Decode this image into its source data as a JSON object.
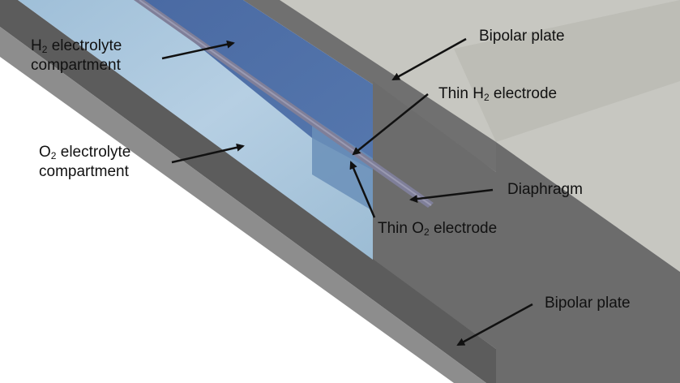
{
  "labels": {
    "h2_compartment": {
      "part1": "H",
      "sub": "2",
      "part2": " electrolyte",
      "line2": "compartment"
    },
    "o2_compartment": {
      "part1": "O",
      "sub": "2",
      "part2": " electrolyte",
      "line2": "compartment"
    },
    "bipolar_plate_top": "Bipolar plate",
    "thin_h2_electrode": {
      "part1": "Thin H",
      "sub": "2",
      "part2": " electrode"
    },
    "diaphragm": "Diaphragm",
    "thin_o2_electrode": {
      "part1": "Thin O",
      "sub": "2",
      "part2": " electrode"
    },
    "bipolar_plate_bottom": "Bipolar plate"
  },
  "colors": {
    "plate_light": "#c9c9c3",
    "plate_mid": "#b5b5ae",
    "plate_dark": "#6f6f6f",
    "plate_darker": "#585858",
    "h2_compartment": "#4e6da4",
    "o2_compartment": "#a7c4dc",
    "diaphragm": "#80809a",
    "arrow": "#111111"
  }
}
